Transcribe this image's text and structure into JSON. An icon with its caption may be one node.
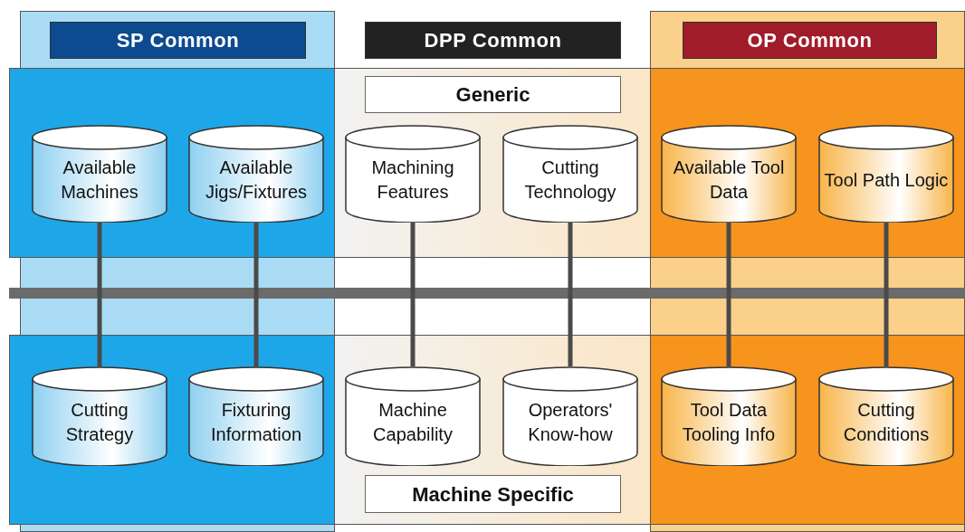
{
  "diagram": {
    "nodes": [
      {
        "text": [
          "SP Common"
        ]
      },
      {
        "text": [
          "DPP Common"
        ]
      },
      {
        "text": [
          "OP Common"
        ]
      },
      {
        "text": [
          "Generic"
        ]
      },
      {
        "text": [
          "Available Machines"
        ]
      },
      {
        "text": [
          "Available Jigs/Fixtures"
        ]
      },
      {
        "text": [
          "Machining Features"
        ]
      },
      {
        "text": [
          "Cutting Technology"
        ]
      },
      {
        "text": [
          "Available Tool Data"
        ]
      },
      {
        "text": [
          "Tool Path Logic"
        ]
      },
      {
        "text": [
          "Cutting Strategy"
        ]
      },
      {
        "text": [
          "Fixturing Information"
        ]
      },
      {
        "text": [
          "Machine Capability"
        ]
      },
      {
        "text": [
          "Operators' Know-how"
        ]
      },
      {
        "text": [
          "Tool Data Tooling Info"
        ]
      },
      {
        "text": [
          "Cutting Conditions"
        ]
      },
      {
        "text": [
          "Machine Specific"
        ]
      }
    ],
    "edges": [
      {
        "from": 4,
        "to": 10,
        "arrow": "none"
      },
      {
        "from": 5,
        "to": 11,
        "arrow": "none"
      },
      {
        "from": 6,
        "to": 12,
        "arrow": "none"
      },
      {
        "from": 7,
        "to": 13,
        "arrow": "none"
      },
      {
        "from": 8,
        "to": 14,
        "arrow": "none"
      },
      {
        "from": 9,
        "to": 15,
        "arrow": "none"
      }
    ]
  }
}
